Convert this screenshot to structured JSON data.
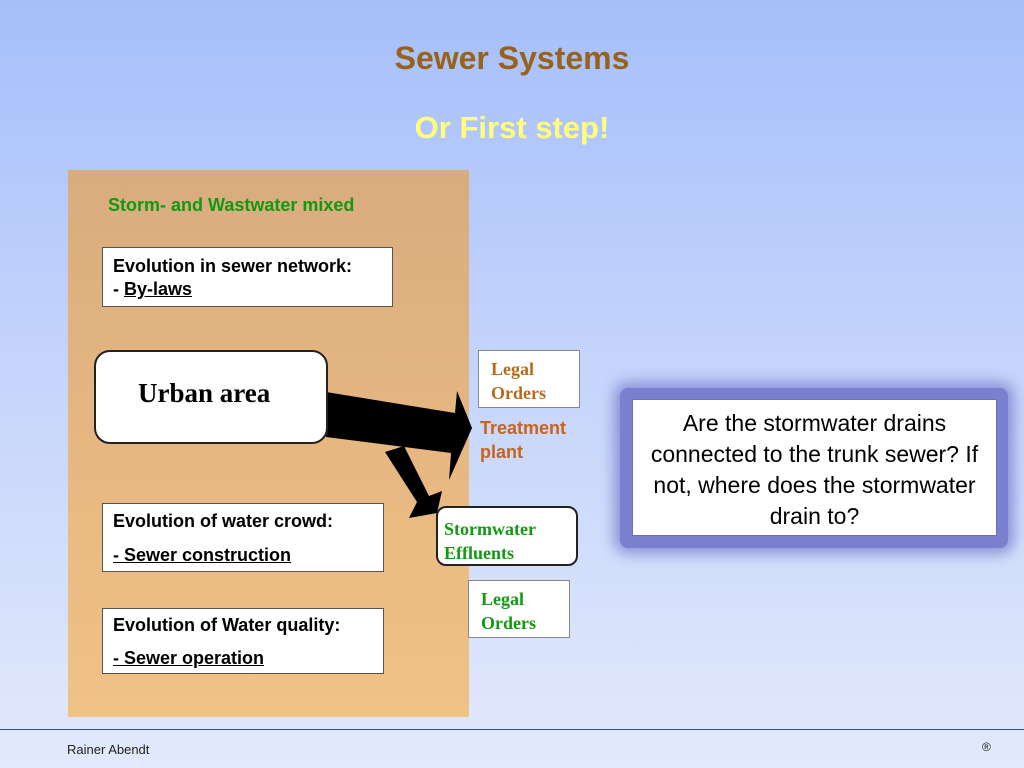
{
  "slide": {
    "title": "Sewer Systems",
    "subtitle": "Or First step!"
  },
  "panel": {
    "heading": "Storm- and Wastwater mixed",
    "network_box": {
      "line1": "Evolution in sewer network:",
      "prefix": "- ",
      "link": "By-laws"
    },
    "crowd_box": {
      "line1": "Evolution of water crowd:",
      "link": "- Sewer construction"
    },
    "quality_box": {
      "line1": "Evolution of  Water quality:",
      "link": "- Sewer operation"
    },
    "urban": "Urban area"
  },
  "flow": {
    "legal_top": {
      "line1": "Legal",
      "line2": "Orders"
    },
    "treatment": {
      "line1": "Treatment",
      "line2": "plant"
    },
    "stormwater": {
      "line1": "Stormwater",
      "line2": "Effluents"
    },
    "legal_bottom": {
      "line1": "Legal",
      "line2": "Orders"
    }
  },
  "question": "Are the stormwater drains connected to the trunk sewer? If not, where does the stormwater drain to?",
  "footer": {
    "author": "Rainer Abendt",
    "mark": "®"
  },
  "colors": {
    "title": "#97621a",
    "subtitle": "#ffff7c",
    "green_text": "#119911",
    "orange_text": "#c7641c",
    "panel": "#e6b781"
  }
}
